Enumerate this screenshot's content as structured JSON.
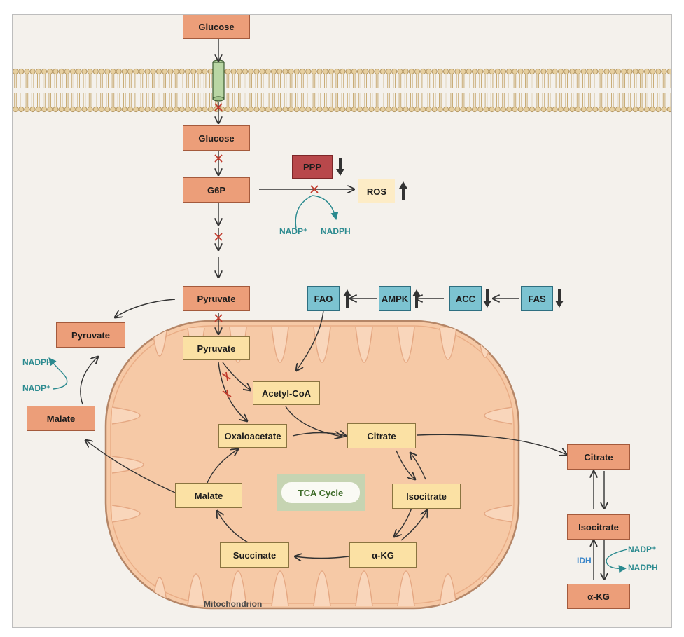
{
  "nodes": {
    "glucose_outside": "Glucose",
    "glucose_inside": "Glucose",
    "g6p": "G6P",
    "ppp": "PPP",
    "ros": "ROS",
    "pyruvate_cyto": "Pyruvate",
    "pyruvate_left": "Pyruvate",
    "malate_left": "Malate",
    "pyruvate_mito": "Pyruvate",
    "acetyl_coa": "Acetyl-CoA",
    "oxaloacetate": "Oxaloacetate",
    "citrate_mito": "Citrate",
    "isocitrate_mito": "Isocitrate",
    "akg_mito": "α-KG",
    "succinate": "Succinate",
    "malate_mito": "Malate",
    "tca_cycle": "TCA Cycle",
    "fao": "FAO",
    "ampk": "AMPK",
    "acc": "ACC",
    "fas": "FAS",
    "citrate_cyto": "Citrate",
    "isocitrate_cyto": "Isocitrate",
    "akg_cyto": "α-KG"
  },
  "labels": {
    "nadp_ppp": "NADP⁺",
    "nadph_ppp": "NADPH",
    "nadph_left": "NADPH",
    "nadp_left": "NADP⁺",
    "idh": "IDH",
    "nadp_right": "NADP⁺",
    "nadph_right": "NADPH",
    "mitochondrion": "Mitochondrion"
  },
  "regulation": {
    "ppp": "down",
    "ros": "up",
    "fao": "up",
    "ampk": "up",
    "acc": "down",
    "fas": "down"
  },
  "colors": {
    "metabolite_cyto": "#ec9e79",
    "metabolite_mito": "#fbe1a4",
    "lipid_enzyme": "#7cc3d1",
    "ppp": "#b8484b",
    "ros": "#fdecc6",
    "nadph_label": "#2b8a8f",
    "inhibition_cross": "#c0392b",
    "mitochondrion": "#f6c9a6"
  }
}
